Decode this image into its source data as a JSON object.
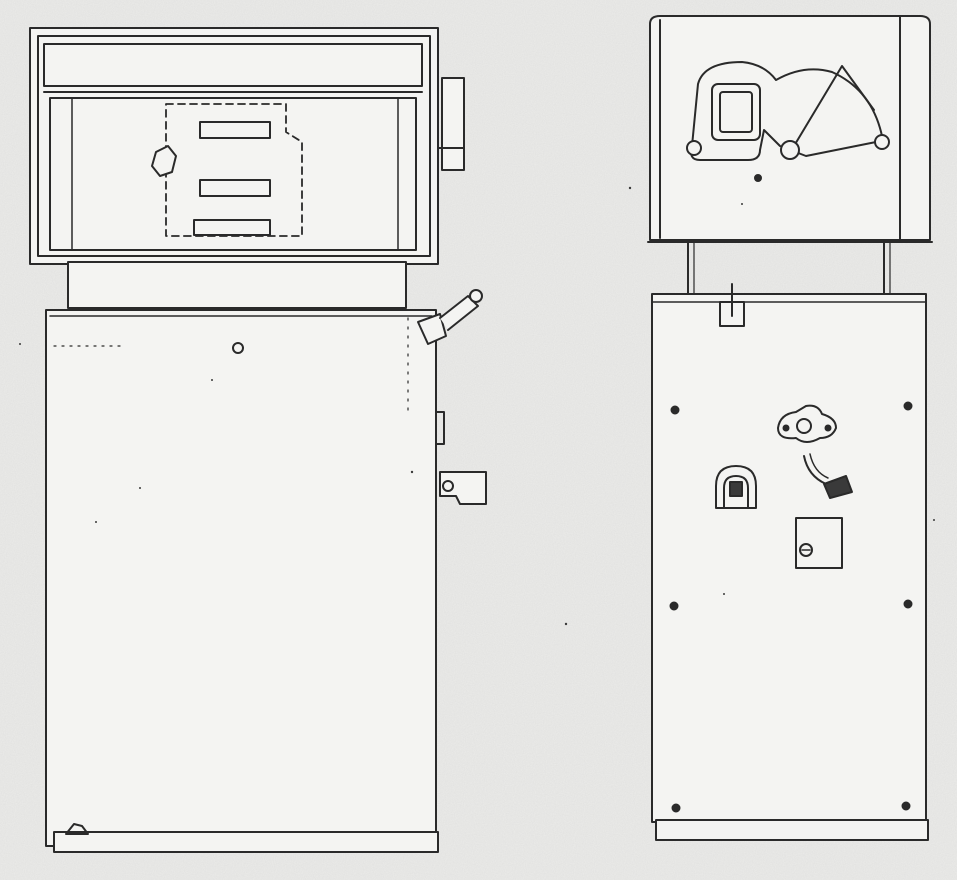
{
  "figure": {
    "views": [
      {
        "id": "front",
        "panels": [
          "display-box",
          "cabinet"
        ]
      },
      {
        "id": "side",
        "panels": [
          "pump-head",
          "cabinet"
        ]
      }
    ]
  },
  "colors": {
    "paper": "#e9e9e7",
    "ink": "#2a2a2a",
    "fill": "#f4f4f2",
    "shade": "#3a3a3a"
  }
}
